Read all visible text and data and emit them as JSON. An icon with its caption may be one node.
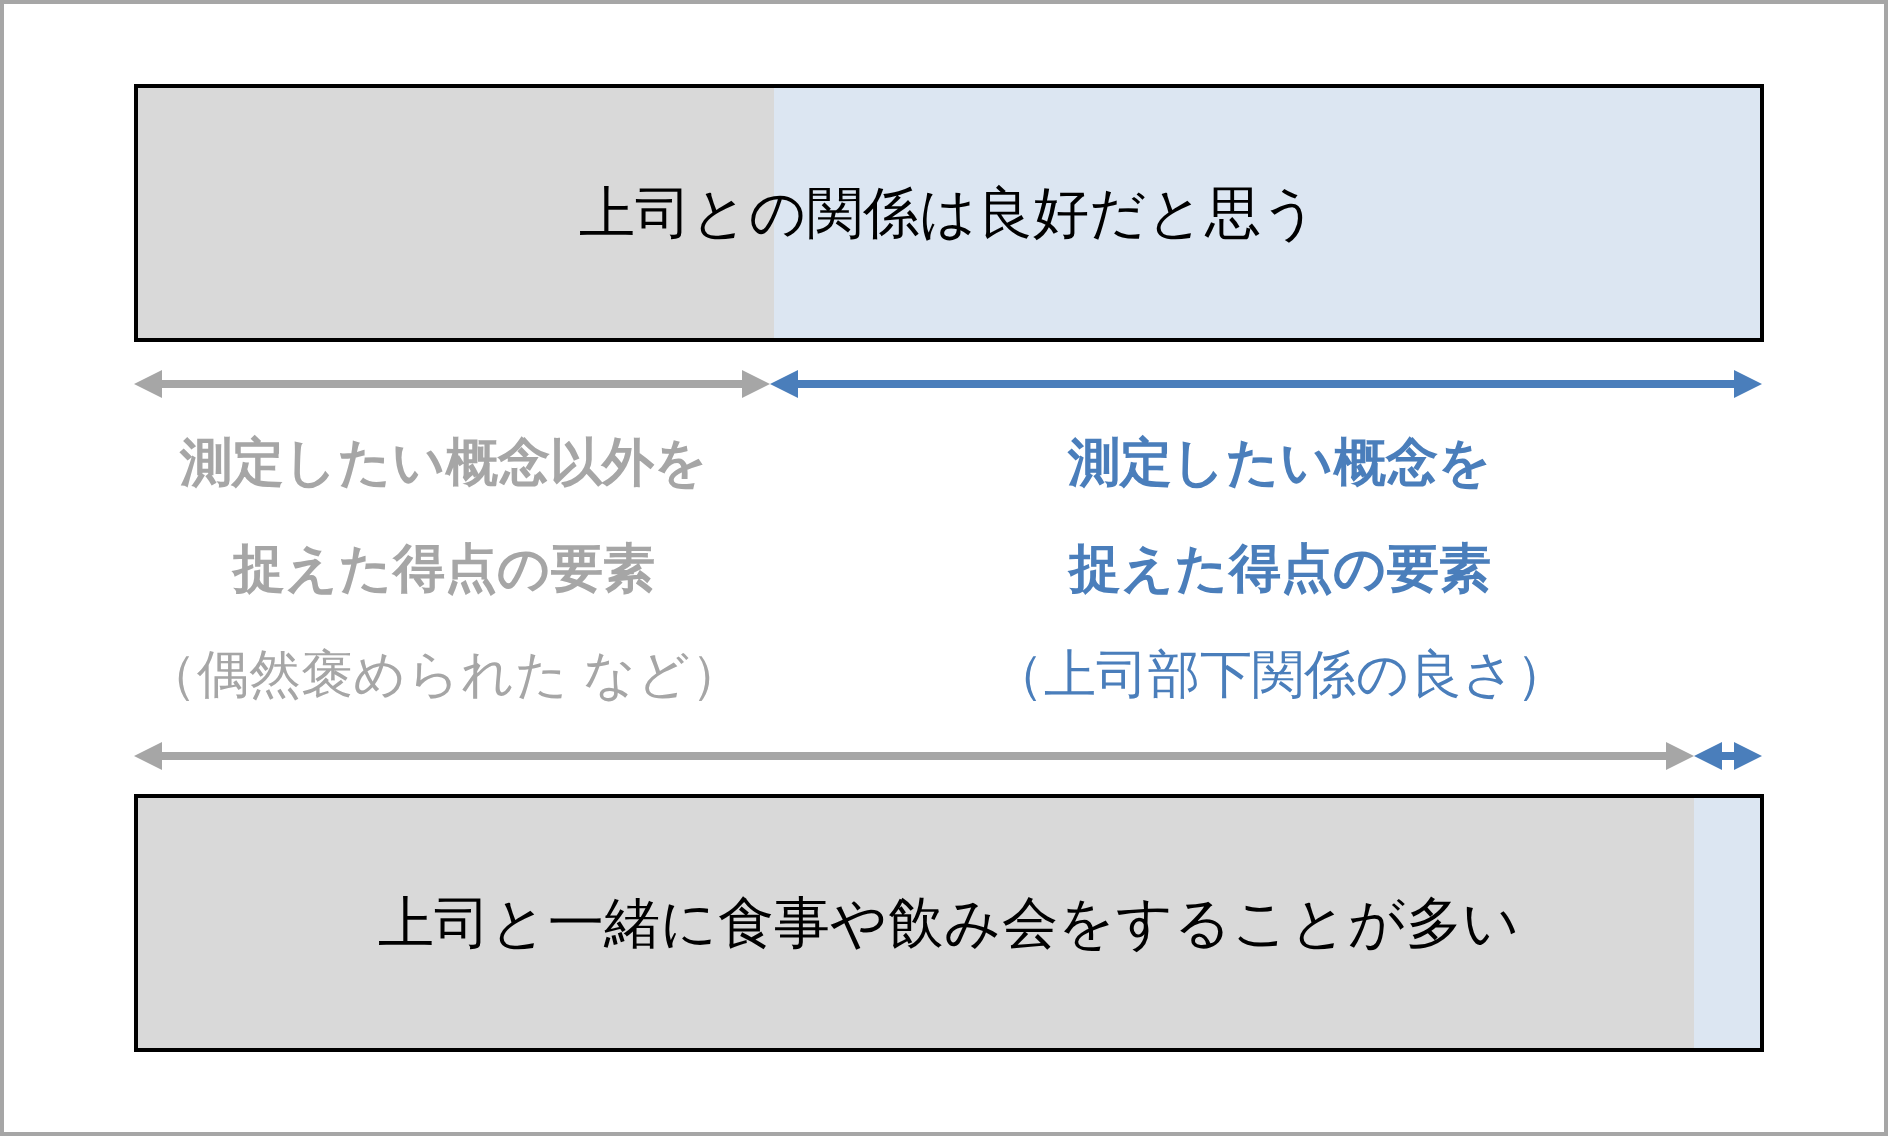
{
  "diagram": {
    "nodes": [
      {
        "text": [
          "上司との関係は良好だと思う"
        ]
      },
      {
        "text": [
          "上司と一緒に食事や飲み会をすることが多い"
        ]
      }
    ],
    "labels": [
      "測定したい概念以外を",
      "捉えた得点の要素",
      "（偶然褒められた など）",
      "測定したい概念を",
      "捉えた得点の要素",
      "（上司部下関係の良さ）"
    ]
  }
}
